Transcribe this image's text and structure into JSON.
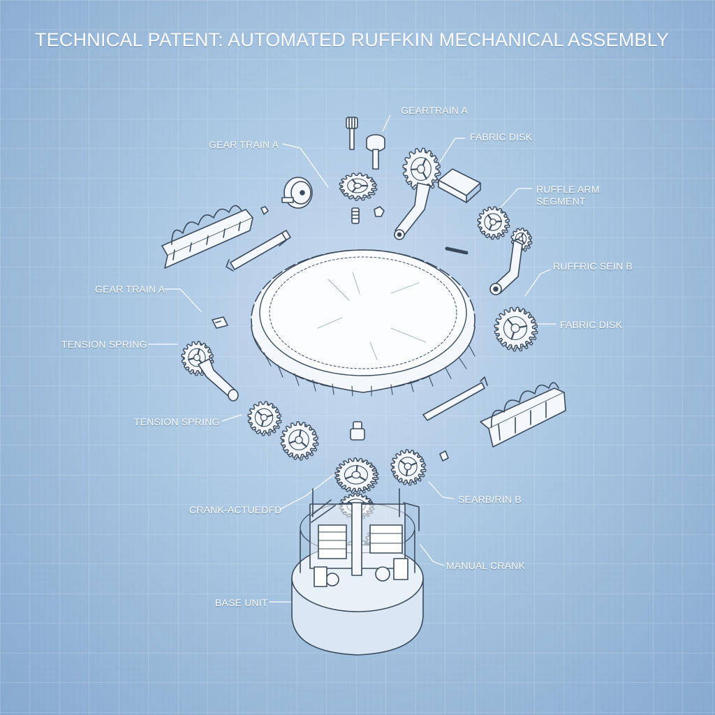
{
  "title": "TECHNICAL PATENT: AUTOMATED RUFFKIN MECHANICAL ASSEMBLY",
  "labels": {
    "gear_train_a_top": "GEARTRAIN A",
    "gear_train_a_left": "GEAR TRAIN A",
    "fabric_disk_top": "FABRIC DISK",
    "ruffle_arm_segment": "RUFFLE ARM\nSEGMENT",
    "ruffric_sein_b": "RUFFRIC SEIN B",
    "gear_train_a_mid": "GEAR TRAIN A",
    "fabric_disk_right": "FABRIC DISK",
    "tension_spring_left": "TENSION SPRING",
    "tension_spring_low": "TENSION SPRING",
    "crank_actuated": "CRANK-ACTUEDFD",
    "searb_rin_b": "SEARB/RIN B",
    "manual_crank": "MANUAL CRANK",
    "base_unit": "BASE UNIT"
  },
  "colors": {
    "line": "#3a4a5c",
    "part_fill": "#f4f7fb",
    "label_text": "#ffffff",
    "grid": "#ffffff"
  }
}
